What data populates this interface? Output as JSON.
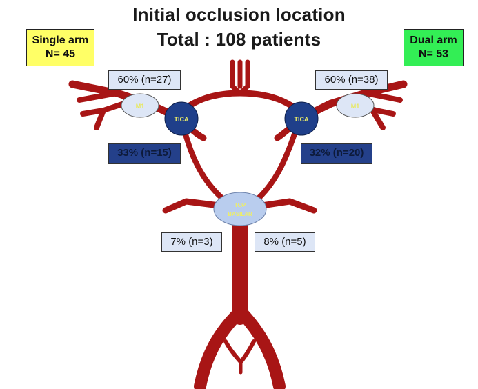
{
  "title": {
    "line1": "Initial occlusion location",
    "line2": "Total : 108 patients"
  },
  "arms": {
    "single": {
      "line1": "Single arm",
      "line2": "N= 45"
    },
    "dual": {
      "line1": "Dual arm",
      "line2": "N= 53"
    }
  },
  "nodes": {
    "m1_left": "M1",
    "m1_right": "M1",
    "tica_left": "TICA",
    "tica_right": "TICA",
    "top_basilar_line1": "TOP",
    "top_basilar_line2": "BASILAR"
  },
  "stats": {
    "single_m1": "60% (n=27)",
    "single_tica": "33% (n=15)",
    "single_basilar": "7% (n=3)",
    "dual_m1": "60% (n=38)",
    "dual_tica": "32% (n=20)",
    "dual_basilar": "8% (n=5)"
  },
  "colors": {
    "artery": "#a81515",
    "artery_dark": "#7a0c0c",
    "m1_node": "#dde6f6",
    "tica_node": "#1f3f8a",
    "basilar_node": "#b9cdee",
    "single_arm": "#ffff66",
    "dual_arm": "#33ee55"
  }
}
